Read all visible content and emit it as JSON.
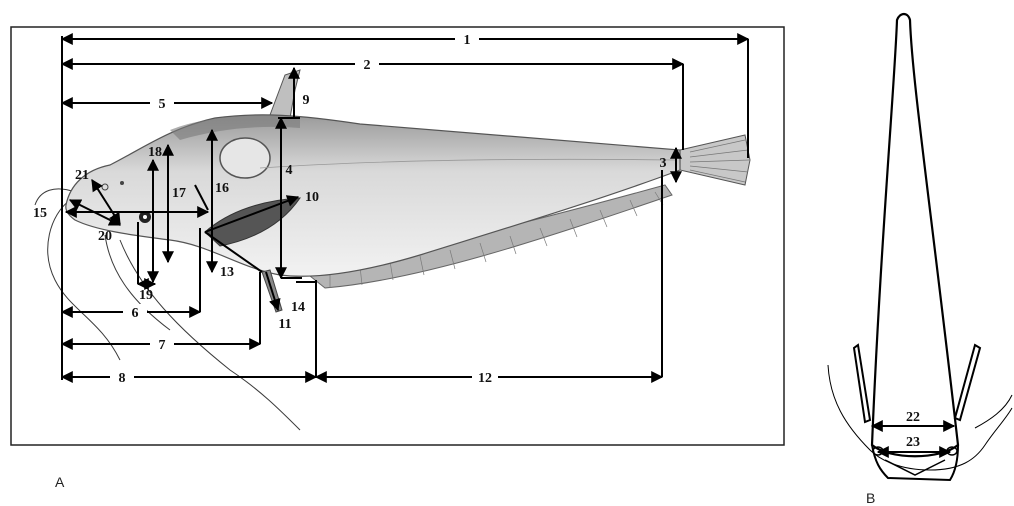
{
  "panels": [
    {
      "id": "A",
      "label": "A"
    },
    {
      "id": "B",
      "label": "B"
    }
  ],
  "measurement_labels": [
    "1",
    "2",
    "3",
    "4",
    "5",
    "6",
    "7",
    "8",
    "9",
    "10",
    "11",
    "12",
    "13",
    "14",
    "15",
    "16",
    "17",
    "18",
    "19",
    "20",
    "21",
    "22",
    "23"
  ],
  "colors": {
    "line": "#000000",
    "frame": "#222222",
    "fish_shade": "#6b6b6b",
    "background": "#ffffff"
  }
}
